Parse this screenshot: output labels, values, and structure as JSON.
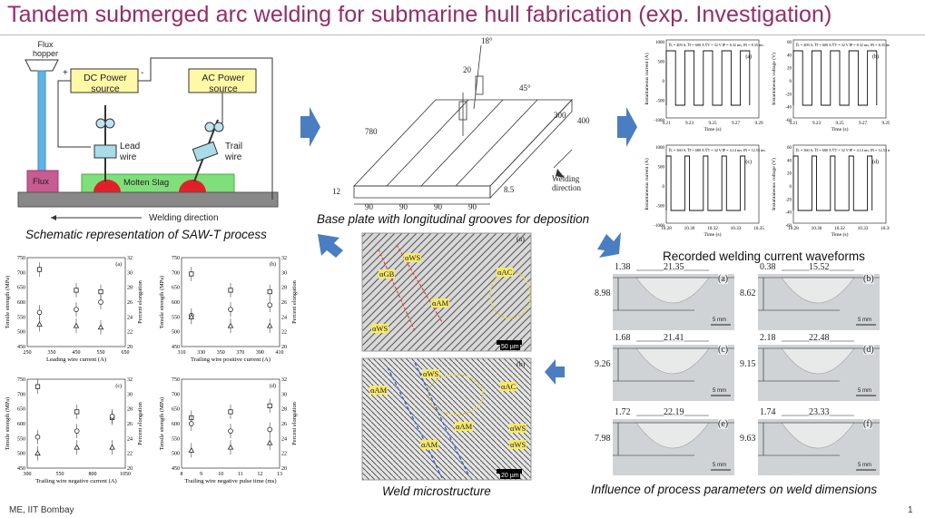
{
  "slide": {
    "title": "Tandem submerged arc welding for submarine hull fabrication (exp. Investigation)",
    "footer_left": "ME, IIT Bombay",
    "page_number": "1",
    "accent_color": "#9b2a69",
    "arrow_color": "#4a7ec2"
  },
  "schematic": {
    "caption": "Schematic representation of SAW-T process",
    "flux_hopper": "Flux hopper",
    "dc_source": "DC Power source",
    "ac_source": "AC Power source",
    "plus": "+",
    "minus": "-",
    "lead_wire": "Lead wire",
    "trail_wire": "Trail wire",
    "flux": "Flux",
    "molten_slag": "Molten Slag",
    "welding_direction": "Welding direction"
  },
  "base_plate": {
    "caption": "Base plate with longitudinal grooves for deposition",
    "dims": [
      "780",
      "300",
      "400",
      "12",
      "8.5",
      "90",
      "90",
      "90",
      "90",
      "20",
      "18°",
      "45°"
    ],
    "welding_direction": "Welding direction"
  },
  "waveforms": {
    "caption": "Recorded welding current waveforms",
    "panels": [
      {
        "tag": "(a)",
        "ylabel": "Instantaneous current (A)",
        "xlabel": "Time (s)",
        "ticks_x": [
          "9.21",
          "9.23",
          "9.25",
          "9.27",
          "9.29"
        ],
        "ticks_y": [
          "1000",
          "500",
          "0",
          "-500",
          "-1000"
        ],
        "legend": "I̅L = 409 A, I̅T = 600 A  V̅T = 32 V  t̅P = 8.32 ms, t̅N = 8.35 ms"
      },
      {
        "tag": "(b)",
        "ylabel": "Instantaneous voltage (V)",
        "xlabel": "Time (s)",
        "ticks_x": [
          "9.21",
          "9.23",
          "9.25",
          "9.27",
          "9.29"
        ],
        "ticks_y": [
          "60",
          "40",
          "20",
          "0",
          "-20",
          "-40",
          "-60"
        ],
        "legend": "I̅L = 409 A, I̅T = 600 A  V̅T = 32 V  t̅P = 8.32 ms, t̅N = 8.35 ms"
      },
      {
        "tag": "(c)",
        "ylabel": "Instantaneous current (A)",
        "xlabel": "Time (s)",
        "ticks_x": [
          "10.28",
          "10.30",
          "10.32",
          "10.33",
          "10.35"
        ],
        "ticks_y": [
          "1000",
          "500",
          "0",
          "-500",
          "-1000"
        ],
        "legend": "I̅L = 360 A, I̅T = 680 A  V̅T = 32 V  t̅P = 4.14 ms, t̅N = 12.53 ms"
      },
      {
        "tag": "(d)",
        "ylabel": "Instantaneous voltage (V)",
        "xlabel": "Time (s)",
        "ticks_x": [
          "10.28",
          "10.30",
          "10.32",
          "10.33",
          "10.35"
        ],
        "ticks_y": [
          "60",
          "40",
          "20",
          "0",
          "-20",
          "-40",
          "-60"
        ],
        "legend": "I̅L = 360 A, I̅T = 680 A  V̅T = 32 V  t̅P = 4.14 ms, t̅N = 12.53 ms"
      }
    ]
  },
  "micro": {
    "caption": "Weld microstructure",
    "labels_a": [
      "αGB",
      "αWS",
      "αAM",
      "αAC",
      "αWS"
    ],
    "labels_b": [
      "αWS",
      "αAM",
      "αAC",
      "αAM",
      "αWS",
      "αWS",
      "αAM"
    ],
    "scale_a": "50 µm",
    "scale_b": "20 µm",
    "tag_a": "(a)",
    "tag_b": "(b)"
  },
  "weld_dims": {
    "caption": "Influence of process parameters on weld dimensions",
    "panels": [
      {
        "tag": "(a)",
        "reinforcement": "1.38",
        "width": "21.35",
        "depth": "8.98"
      },
      {
        "tag": "(b)",
        "reinforcement": "0.38",
        "width": "15.52",
        "depth": "8.62"
      },
      {
        "tag": "(c)",
        "reinforcement": "1.68",
        "width": "21.41",
        "depth": "9.26"
      },
      {
        "tag": "(d)",
        "reinforcement": "2.18",
        "width": "22.48",
        "depth": "9.15"
      },
      {
        "tag": "(e)",
        "reinforcement": "1.72",
        "width": "22.19",
        "depth": "7.98"
      },
      {
        "tag": "(f)",
        "reinforcement": "1.74",
        "width": "23.33",
        "depth": "9.63"
      }
    ],
    "scale": "5 mm"
  },
  "chart_data": [
    {
      "type": "scatter",
      "tag": "(a)",
      "xlabel": "Leading wire current (A)",
      "ylabel": "Tensile strength (MPa)",
      "y2label": "Percent elongation",
      "x_ticks": [
        250,
        350,
        450,
        550,
        650
      ],
      "ylim": [
        450,
        750
      ],
      "y2lim": [
        20,
        32
      ],
      "xlim": [
        250,
        650
      ],
      "series": [
        {
          "values": [
            [
              300,
              710
            ],
            [
              450,
              640
            ],
            [
              550,
              635
            ]
          ]
        },
        {
          "values": [
            [
              300,
              565
            ],
            [
              450,
              575
            ],
            [
              550,
              600
            ]
          ]
        },
        {
          "values": [
            [
              300,
              525
            ],
            [
              450,
              520
            ],
            [
              550,
              515
            ]
          ]
        }
      ]
    },
    {
      "type": "scatter",
      "tag": "(b)",
      "xlabel": "Trailing wire positive current (A)",
      "ylabel": "Tensile strength (MPa)",
      "y2label": "Percent elongation",
      "x_ticks": [
        310,
        330,
        350,
        370,
        390,
        410
      ],
      "ylim": [
        450,
        750
      ],
      "y2lim": [
        20,
        32
      ],
      "xlim": [
        310,
        410
      ],
      "series": [
        {
          "values": [
            [
              320,
              695
            ],
            [
              360,
              640
            ],
            [
              400,
              635
            ]
          ]
        },
        {
          "values": [
            [
              320,
              555
            ],
            [
              360,
              575
            ],
            [
              400,
              590
            ]
          ]
        },
        {
          "values": [
            [
              320,
              550
            ],
            [
              360,
              520
            ],
            [
              400,
              520
            ]
          ]
        }
      ]
    },
    {
      "type": "scatter",
      "tag": "(c)",
      "xlabel": "Trailing wire negative current (A)",
      "ylabel": "Tensile strength (MPa)",
      "y2label": "Percent elongation",
      "x_ticks": [
        300,
        550,
        800,
        1050
      ],
      "ylim": [
        450,
        750
      ],
      "y2lim": [
        20,
        32
      ],
      "xlim": [
        300,
        1050
      ],
      "series": [
        {
          "values": [
            [
              380,
              725
            ],
            [
              680,
              640
            ],
            [
              950,
              620
            ]
          ]
        },
        {
          "values": [
            [
              380,
              555
            ],
            [
              680,
              575
            ],
            [
              950,
              625
            ]
          ]
        },
        {
          "values": [
            [
              380,
              500
            ],
            [
              680,
              520
            ],
            [
              950,
              520
            ]
          ]
        }
      ]
    },
    {
      "type": "scatter",
      "tag": "(d)",
      "xlabel": "Trailing wire negative pulse time (ms)",
      "ylabel": "Tensile strength (MPa)",
      "y2label": "Percent elongation",
      "x_ticks": [
        8,
        9,
        10,
        11,
        12,
        13
      ],
      "ylim": [
        450,
        750
      ],
      "y2lim": [
        20,
        32
      ],
      "xlim": [
        8,
        13
      ],
      "series": [
        {
          "values": [
            [
              8.5,
              620
            ],
            [
              10.5,
              640
            ],
            [
              12.5,
              660
            ]
          ]
        },
        {
          "values": [
            [
              8.5,
              600
            ],
            [
              10.5,
              575
            ],
            [
              12.5,
              580
            ]
          ]
        },
        {
          "values": [
            [
              8.5,
              510
            ],
            [
              10.5,
              520
            ],
            [
              12.5,
              535
            ]
          ]
        }
      ]
    }
  ]
}
